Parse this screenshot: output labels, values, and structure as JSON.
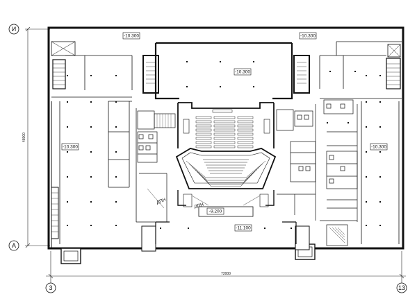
{
  "axes": {
    "top_left": "И",
    "bottom_left": "А",
    "bottom_start": "3",
    "bottom_end": "13"
  },
  "dimensions": {
    "horizontal": "72000",
    "vertical": "48000"
  },
  "elevations": {
    "top_left": "-10.300",
    "top_right": "-10.300",
    "center_upper": "-10.300",
    "left_hall": "-10.300",
    "right_hall": "-10.300",
    "stage": "-9.200",
    "bottom_center": "-11.100"
  },
  "notes": {
    "left_dn": "ДПН",
    "center_dn": "ДПН"
  }
}
